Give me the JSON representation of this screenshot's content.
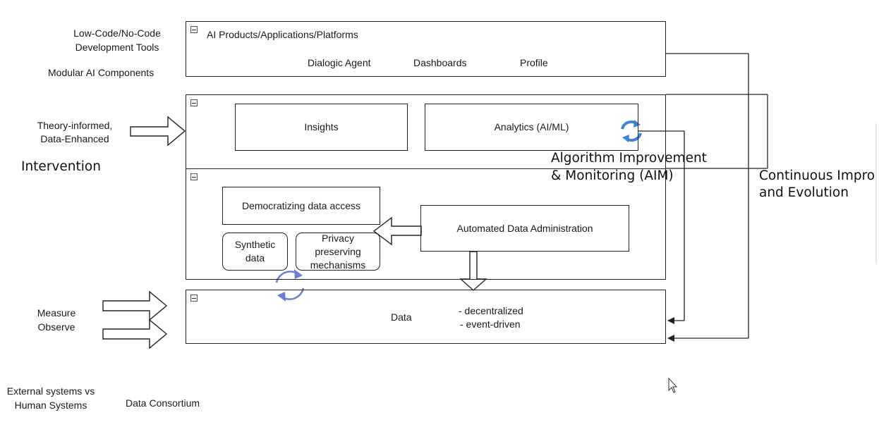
{
  "left_labels": {
    "low_code": "Low-Code/No-Code",
    "development_tools": "Development Tools",
    "modular_components": "Modular AI Components",
    "theory_informed": "Theory-informed,",
    "data_enhanced": "Data-Enhanced",
    "intervention": "Intervention",
    "measure": "Measure",
    "observe": "Observe",
    "external_systems": "External systems vs",
    "human_systems": "Human Systems",
    "data_consortium": "Data Consortium"
  },
  "layers": {
    "products": {
      "title": "AI Products/Applications/Platforms",
      "items": [
        "Dialogic Agent",
        "Dashboards",
        "Profile"
      ]
    },
    "insights_layer": {
      "insights": "Insights",
      "analytics": "Analytics (AI/ML)"
    },
    "data_admin_layer": {
      "democratizing": "Democratizing data access",
      "synthetic": "Synthetic data",
      "privacy": "Privacy preserving mechanisms",
      "automated_admin": "Automated Data Administration"
    },
    "data_layer": {
      "title": "Data",
      "attr_1": "- decentralized",
      "attr_2": "- event-driven"
    }
  },
  "right_labels": {
    "aim_line1": "Algorithm Improvement",
    "aim_line2": "& Monitoring (AIM)",
    "ci_line1": "Continuous Impro",
    "ci_line2": "and Evolution"
  },
  "colors": {
    "line": "#222222",
    "cycle_blue": "#3b82d9",
    "cycle_purple": "#6f7fd6"
  },
  "icons": [
    "collapse-icon",
    "cycle-icon",
    "mouse-cursor-icon"
  ]
}
